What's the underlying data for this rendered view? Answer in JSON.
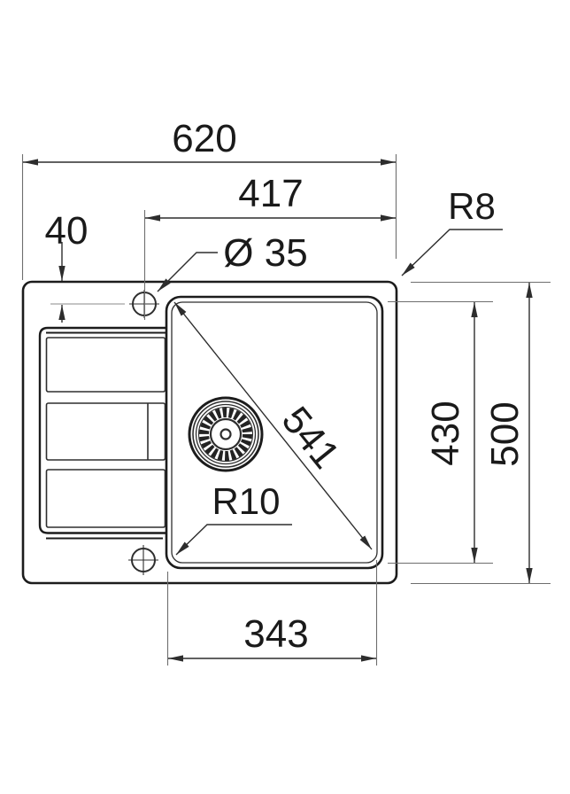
{
  "page": {
    "background": "#ffffff",
    "description": "Technical top-view dimension drawing of an inset kitchen sink with bowl, drainer board, tap hole and drain"
  },
  "drawing": {
    "line_color": "#1c1c1c",
    "dimension_color": "#2d2d2d",
    "labels": {
      "overall_width": "620",
      "tap_hole_span": "417",
      "tap_hole_offset_from_edge": "40",
      "tap_hole_diameter": "Ø 35",
      "outer_corner_radius": "R8",
      "bowl_diagonal": "541",
      "bowl_inner_depth": "430",
      "overall_depth": "500",
      "bowl_corner_radius": "R10",
      "bowl_bottom_width": "343"
    }
  }
}
